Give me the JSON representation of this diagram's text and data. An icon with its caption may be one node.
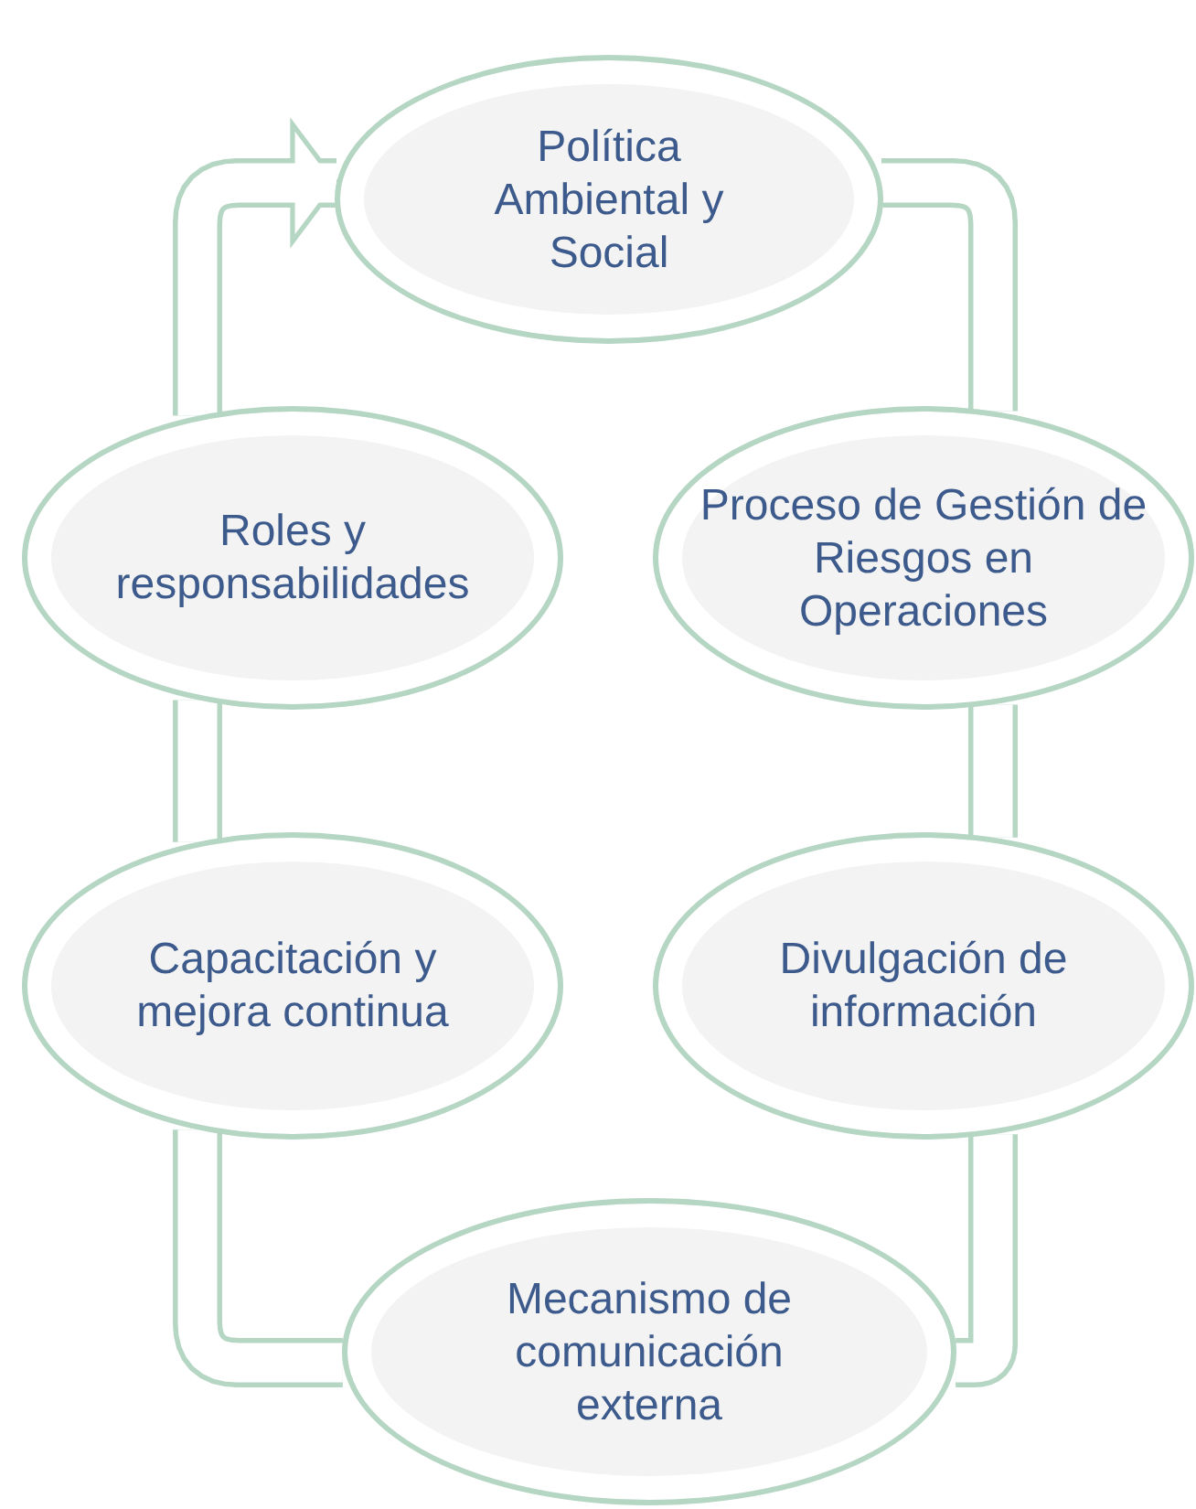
{
  "diagram": {
    "nodes": [
      {
        "text": [
          "Política Ambiental y Social"
        ]
      },
      {
        "text": [
          "Proceso de Gestión de Riesgos en Operaciones"
        ]
      },
      {
        "text": [
          "Divulgación de información"
        ]
      },
      {
        "text": [
          "Mecanismo de comunicación externa"
        ]
      },
      {
        "text": [
          "Capacitación y mejora continua"
        ]
      },
      {
        "text": [
          "Roles y responsabilidades"
        ]
      }
    ],
    "edges": [
      {
        "from": 0,
        "to": 1,
        "arrow": "none"
      },
      {
        "from": 1,
        "to": 2,
        "arrow": "none"
      },
      {
        "from": 2,
        "to": 3,
        "arrow": "none"
      },
      {
        "from": 3,
        "to": 4,
        "arrow": "none"
      },
      {
        "from": 4,
        "to": 5,
        "arrow": "none"
      },
      {
        "from": 5,
        "to": 0,
        "arrow": "to"
      }
    ]
  }
}
